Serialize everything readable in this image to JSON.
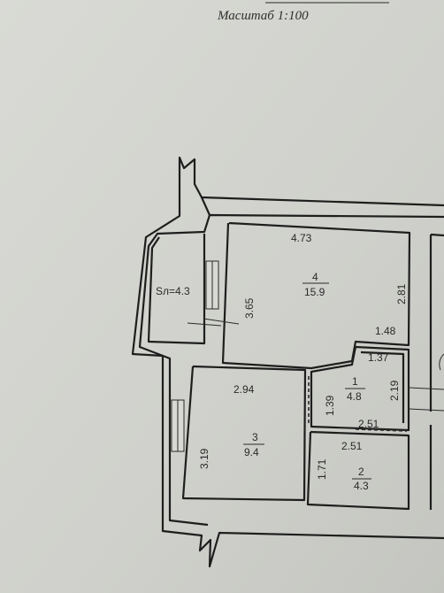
{
  "title": "Масштаб 1:100",
  "balcony": {
    "label": "Sл=4.3"
  },
  "rooms": [
    {
      "id": "4",
      "number": "4",
      "area": "15.9",
      "dims": {
        "top": "4.73",
        "left": "3.65",
        "right": "2.81"
      }
    },
    {
      "id": "1",
      "number": "1",
      "area": "4.8",
      "dims": {
        "top_outer": "1.48",
        "top_inner": "1.37",
        "left": "1.39",
        "right": "2.19",
        "bottom": "2.51"
      }
    },
    {
      "id": "3",
      "number": "3",
      "area": "9.4",
      "dims": {
        "top": "2.94",
        "left": "3.19"
      }
    },
    {
      "id": "2",
      "number": "2",
      "area": "4.3",
      "dims": {
        "top": "2.51",
        "left": "1.71"
      }
    }
  ],
  "colors": {
    "paper": "#cfd0cb",
    "ink": "#1e1e1e"
  }
}
